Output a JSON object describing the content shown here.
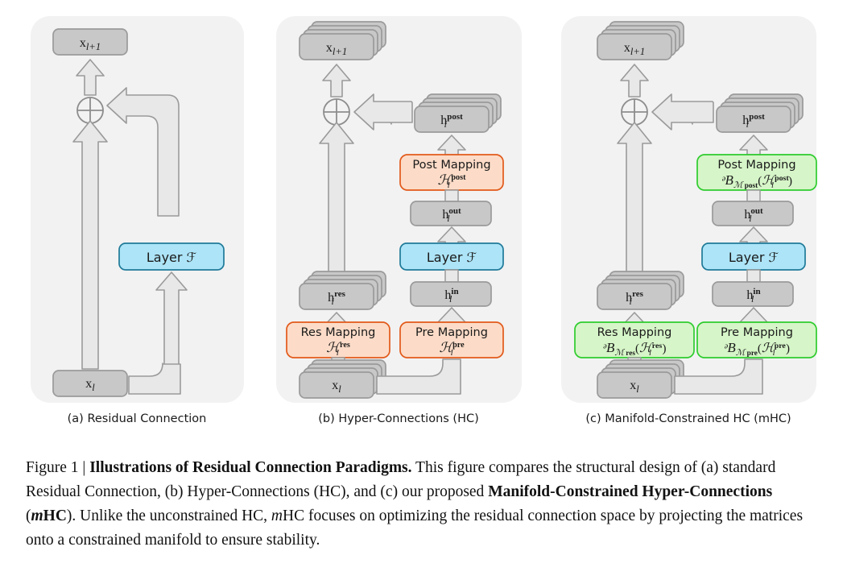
{
  "figure": {
    "panels": [
      {
        "id": "a",
        "caption": "(a) Residual Connection",
        "nodes": {
          "output": "x_{l+1}",
          "input": "x_l",
          "layer": "Layer ℱ",
          "adder": "⊕"
        }
      },
      {
        "id": "b",
        "caption": "(b) Hyper-Connections (HC)",
        "nodes": {
          "output": "x_{l+1}",
          "input": "x_l",
          "layer": "Layer ℱ",
          "adder": "⊕",
          "h_res": "h_l^{res}",
          "h_in": "h_l^{in}",
          "h_out": "h_l^{out}",
          "h_post": "h_l^{post}",
          "res_mapping_title": "Res Mapping",
          "res_mapping_formula": "ℋ_l^{res}",
          "pre_mapping_title": "Pre Mapping",
          "pre_mapping_formula": "ℋ_l^{pre}",
          "post_mapping_title": "Post Mapping",
          "post_mapping_formula": "ℋ_l^{post}"
        }
      },
      {
        "id": "c",
        "caption": "(c) Manifold-Constrained HC (mHC)",
        "nodes": {
          "output": "x_{l+1}",
          "input": "x_l",
          "layer": "Layer ℱ",
          "adder": "⊕",
          "h_res": "h_l^{res}",
          "h_in": "h_l^{in}",
          "h_out": "h_l^{out}",
          "h_post": "h_l^{post}",
          "res_mapping_title": "Res Mapping",
          "res_mapping_formula": "ᵊB_{ℳ res}(ℋ_l^{res})",
          "pre_mapping_title": "Pre Mapping",
          "pre_mapping_formula": "ᵊB_{ℳ pre}(ℋ_l^{pre})",
          "post_mapping_title": "Post Mapping",
          "post_mapping_formula": "ᵊB_{ℳ post}(ℋ_l^{post})"
        }
      }
    ]
  },
  "colors": {
    "panel_bg": "#f2f2f2",
    "node_fill": "#c8c8c8",
    "node_stroke": "#9a9a9a",
    "arrow_fill": "#e8e8e8",
    "arrow_stroke": "#9a9a9a",
    "layer_fill": "#ade4f7",
    "layer_stroke": "#1f7a99",
    "hc_fill": "#fcdcc8",
    "hc_stroke": "#e2591a",
    "mhc_fill": "#d6f5c8",
    "mhc_stroke": "#2ecc2e",
    "text": "#1a1a1a"
  },
  "caption": {
    "figure_label": "Figure 1 | ",
    "title": "Illustrations of Residual Connection Paradigms.",
    "body_1": " This figure compares the structural design of (a) standard Residual Connection, (b) Hyper-Connections (HC), and (c) our proposed ",
    "bold_2": "Manifold-Constrained Hyper-Connections",
    "mid_2": " (",
    "italic_m": "m",
    "bold_hc": "HC",
    "body_3": "). Unlike the unconstrained HC, ",
    "italic_m2": "m",
    "body_4": "HC focuses on optimizing the residual connection space by projecting the matrices onto a constrained manifold to ensure stability."
  }
}
